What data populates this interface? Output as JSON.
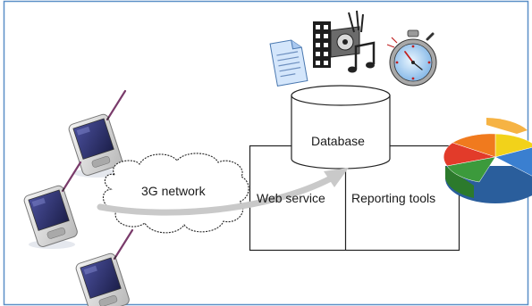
{
  "diagram": {
    "network_label": "3G network",
    "database_label": "Database",
    "web_service_label": "Web service",
    "reporting_tools_label": "Reporting tools"
  },
  "icons": {
    "devices": [
      "pda-device-icon",
      "pda-device-icon",
      "pda-device-icon"
    ],
    "media": [
      "document-icon",
      "film-music-icon",
      "stopwatch-icon"
    ],
    "chart": "pie-chart-icon"
  },
  "colors": {
    "frame_border": "#5b8fc7",
    "arrow": "#c9c9c9",
    "pie_orange": "#f07a1e",
    "pie_yellow": "#f2d21a",
    "pie_blue": "#3a7fd0",
    "pie_green": "#3c9a3c"
  }
}
